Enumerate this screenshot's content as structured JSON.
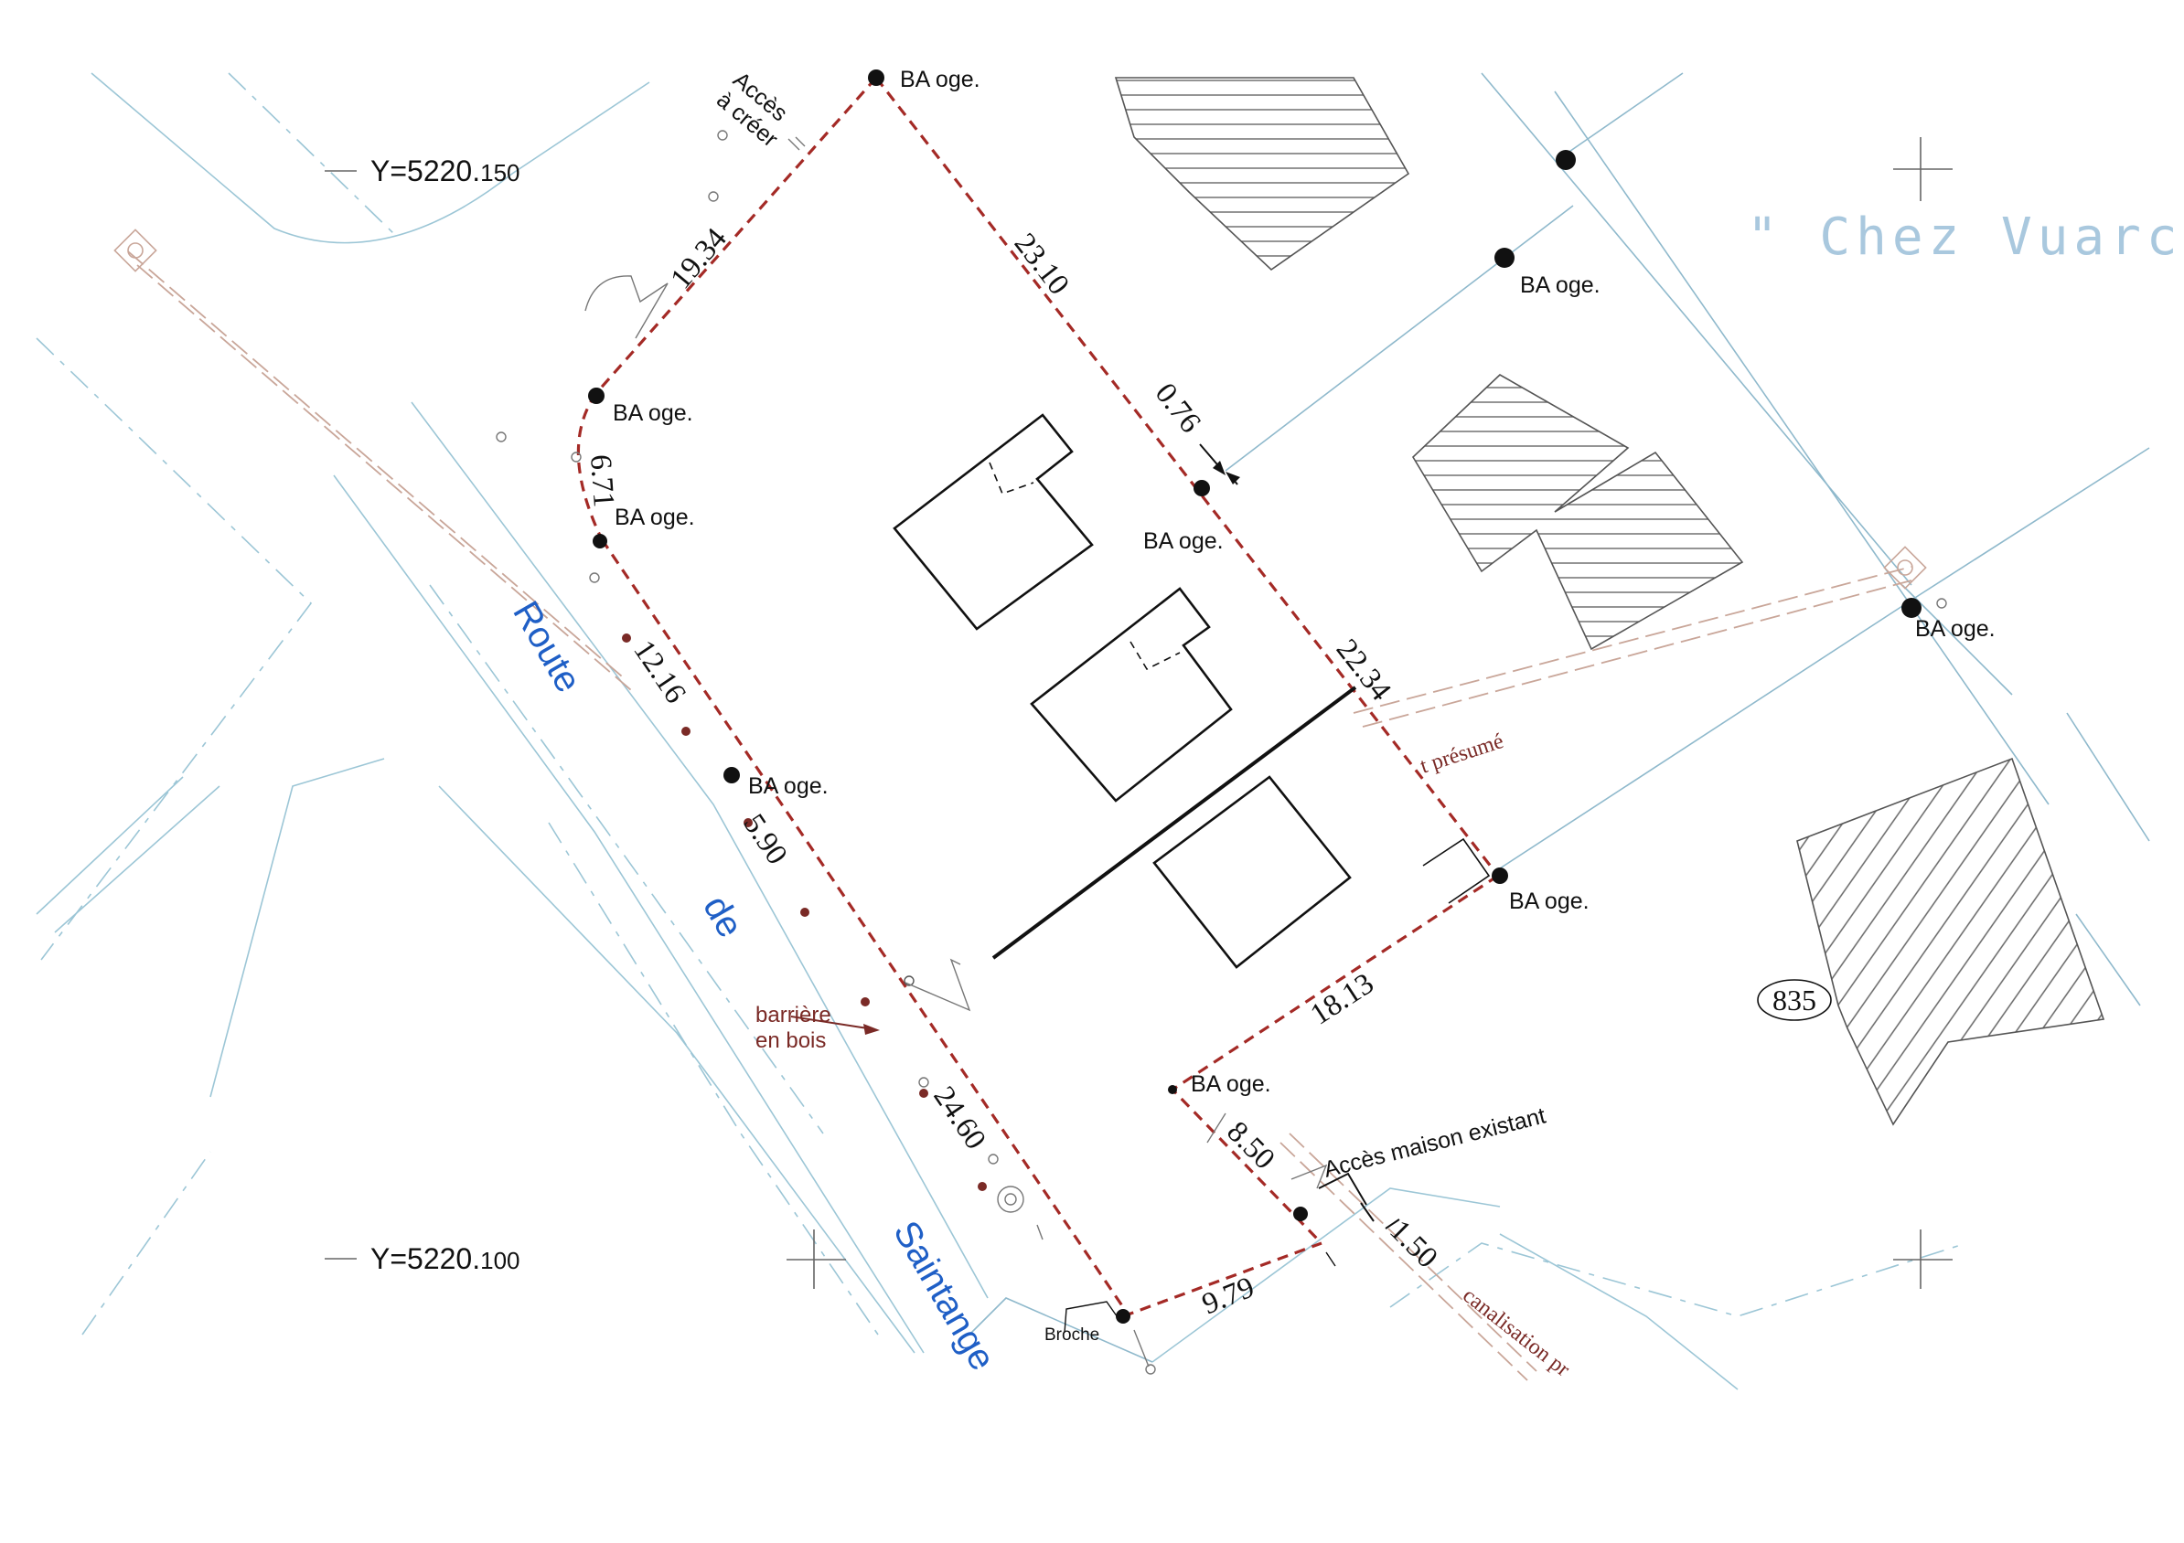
{
  "coordinates": {
    "top": {
      "main": "Y=5220.",
      "minor": "150"
    },
    "bottom": {
      "main": "Y=5220.",
      "minor": "100"
    }
  },
  "place_name": "\" Chez  Vuarch",
  "road_name": {
    "line1": "Route",
    "line2": "de",
    "line3": "Saintange"
  },
  "marker_label": "BA oge.",
  "broche_label": "Broche",
  "acces_creer": {
    "line1": "Accès",
    "line2": "à créer"
  },
  "acces_existant": "Accès maison existant",
  "barriere": {
    "line1": "barrière",
    "line2": "en bois"
  },
  "pipe_notes": {
    "presume": "t présumé",
    "canalisation": "canalisation pr"
  },
  "parcel_number": "835",
  "dimensions": {
    "d1934": "19.34",
    "d2310": "23.10",
    "d076": "0.76",
    "d671": "6.71",
    "d1216": "12.16",
    "d590": "5.90",
    "d2234": "22.34",
    "d1813": "18.13",
    "d2460": "24.60",
    "d850": "8.50",
    "d150": "1.50",
    "d979": "9.79"
  },
  "colors": {
    "boundary": "#a42a26",
    "road_text": "#1f5fc6",
    "place_text": "#a9c8de",
    "roads": "#9cc6d6",
    "notes": "#7a2a26"
  }
}
